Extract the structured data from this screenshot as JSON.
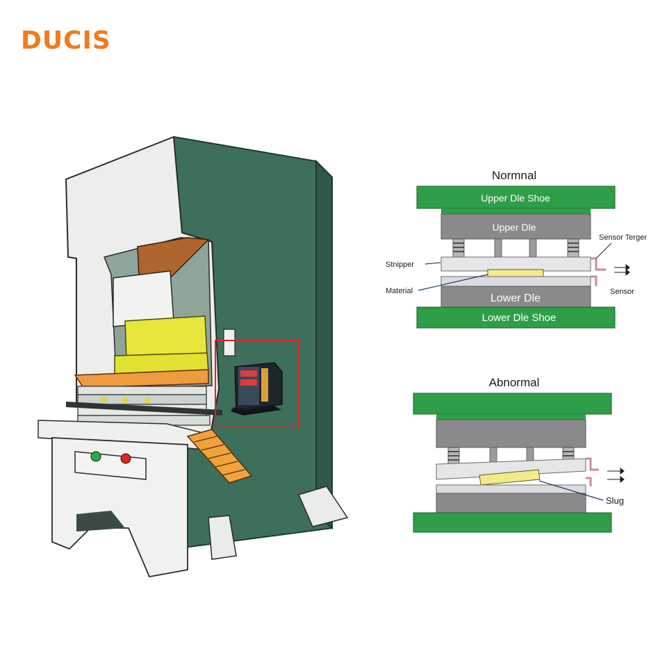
{
  "brand": {
    "name": "DUCIS",
    "color": "#f27a1a"
  },
  "press": {
    "buttons": [
      "green-start",
      "red-stop"
    ],
    "highlight_color": "#d9262b",
    "body_color": "#3d6e5a"
  },
  "normal": {
    "title": "Normnal",
    "upper_shoe": "Upper Dle Shoe",
    "upper_die": "Upper Dle",
    "lower_die": "Lower Dle",
    "lower_shoe": "Lower Dle Shoe",
    "stripper": "Stnipper",
    "material": "Material",
    "sensor_target": "Sensor Terger",
    "sensor": "Sensor"
  },
  "abnormal": {
    "title": "Abnormal",
    "slug": "Slug"
  },
  "colors": {
    "shoe_green": "#2e9e48",
    "die_gray": "#8a8a8c",
    "material_yellow": "#f3ea8c"
  }
}
